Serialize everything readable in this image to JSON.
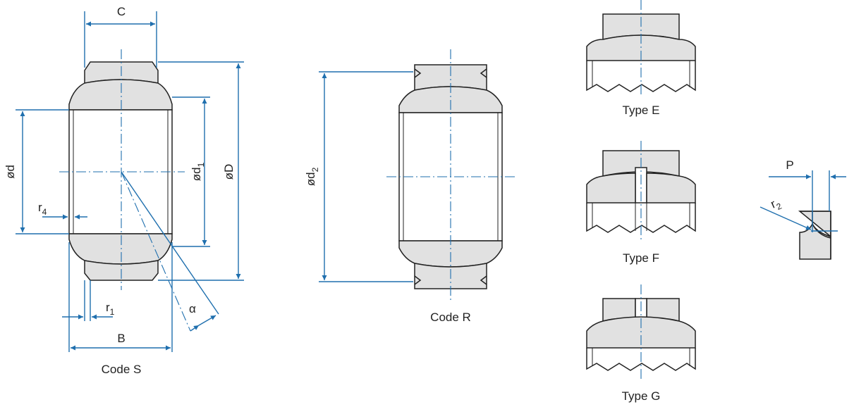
{
  "colors": {
    "dimension": "#1f6fae",
    "part_fill": "#e1e1e1",
    "outline": "#222222"
  },
  "labels": {
    "code_s": "Code S",
    "code_r": "Code R",
    "type_e": "Type E",
    "type_f": "Type F",
    "type_g": "Type G"
  },
  "dims": {
    "C": "C",
    "B": "B",
    "phi_d": "ød",
    "phi_D": "øD",
    "phi_d1_base": "ød",
    "phi_d1_sub": "1",
    "phi_d2_base": "ød",
    "phi_d2_sub": "2",
    "r4_base": "r",
    "r4_sub": "4",
    "r1_base": "r",
    "r1_sub": "1",
    "r2_base": "r",
    "r2_sub": "2",
    "alpha": "α",
    "P": "P"
  }
}
